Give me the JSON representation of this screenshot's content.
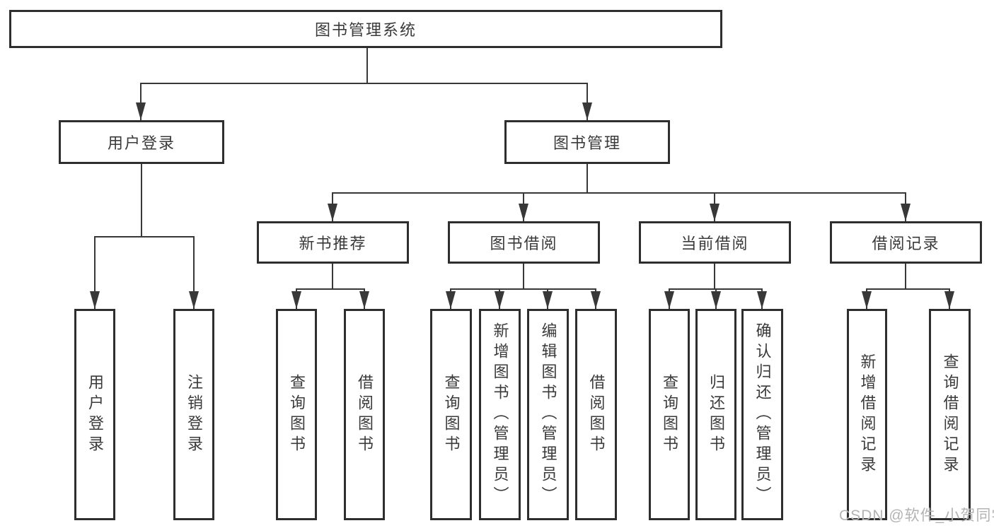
{
  "tree": {
    "label": "图书管理系统",
    "children": [
      {
        "label": "用户登录",
        "children": [
          {
            "label": "用户登录"
          },
          {
            "label": "注销登录"
          }
        ]
      },
      {
        "label": "图书管理",
        "children": [
          {
            "label": "新书推荐",
            "children": [
              {
                "label": "查询图书"
              },
              {
                "label": "借阅图书"
              }
            ]
          },
          {
            "label": "图书借阅",
            "children": [
              {
                "label": "查询图书"
              },
              {
                "label": "新增图书（管理员）"
              },
              {
                "label": "编辑图书（管理员）"
              },
              {
                "label": "借阅图书"
              }
            ]
          },
          {
            "label": "当前借阅",
            "children": [
              {
                "label": "查询图书"
              },
              {
                "label": "归还图书"
              },
              {
                "label": "确认归还（管理员）"
              }
            ]
          },
          {
            "label": "借阅记录",
            "children": [
              {
                "label": "新增借阅记录"
              },
              {
                "label": "查询借阅记录"
              }
            ]
          }
        ]
      }
    ]
  },
  "watermark": {
    "text": "CSDN @软件_小贺同学"
  },
  "colors": {
    "background": "#ffffff",
    "line": "#383838",
    "box_border": "#2e2e2e",
    "text": "#3a3a3a",
    "watermark": "#b3b3b3"
  }
}
